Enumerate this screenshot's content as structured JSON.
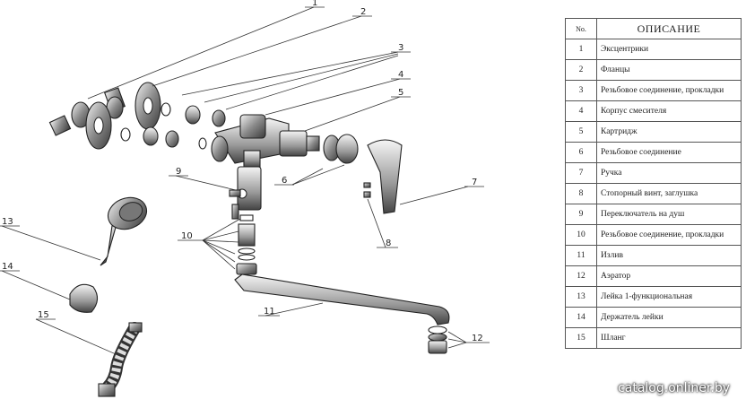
{
  "legend": {
    "header_no": "No.",
    "header_desc": "ОПИСАНИЕ",
    "rows": [
      {
        "no": "1",
        "desc": "Эксцентрики"
      },
      {
        "no": "2",
        "desc": "Фланцы"
      },
      {
        "no": "3",
        "desc": "Резьбовое соединение, прокладки"
      },
      {
        "no": "4",
        "desc": "Корпус смесителя"
      },
      {
        "no": "5",
        "desc": "Картридж"
      },
      {
        "no": "6",
        "desc": "Резьбовое соединение"
      },
      {
        "no": "7",
        "desc": "Ручка"
      },
      {
        "no": "8",
        "desc": "Стопорный винт, заглушка"
      },
      {
        "no": "9",
        "desc": "Переключатель на душ"
      },
      {
        "no": "10",
        "desc": "Резьбовое соединение, прокладки"
      },
      {
        "no": "11",
        "desc": "Излив"
      },
      {
        "no": "12",
        "desc": "Аэратор"
      },
      {
        "no": "13",
        "desc": "Лейка 1-функциональная"
      },
      {
        "no": "14",
        "desc": "Держатель лейки"
      },
      {
        "no": "15",
        "desc": "Шланг"
      }
    ]
  },
  "callouts": [
    "1",
    "2",
    "3",
    "4",
    "5",
    "6",
    "7",
    "8",
    "9",
    "10",
    "11",
    "12",
    "13",
    "14",
    "15"
  ],
  "watermark": "catalog.onliner.by"
}
